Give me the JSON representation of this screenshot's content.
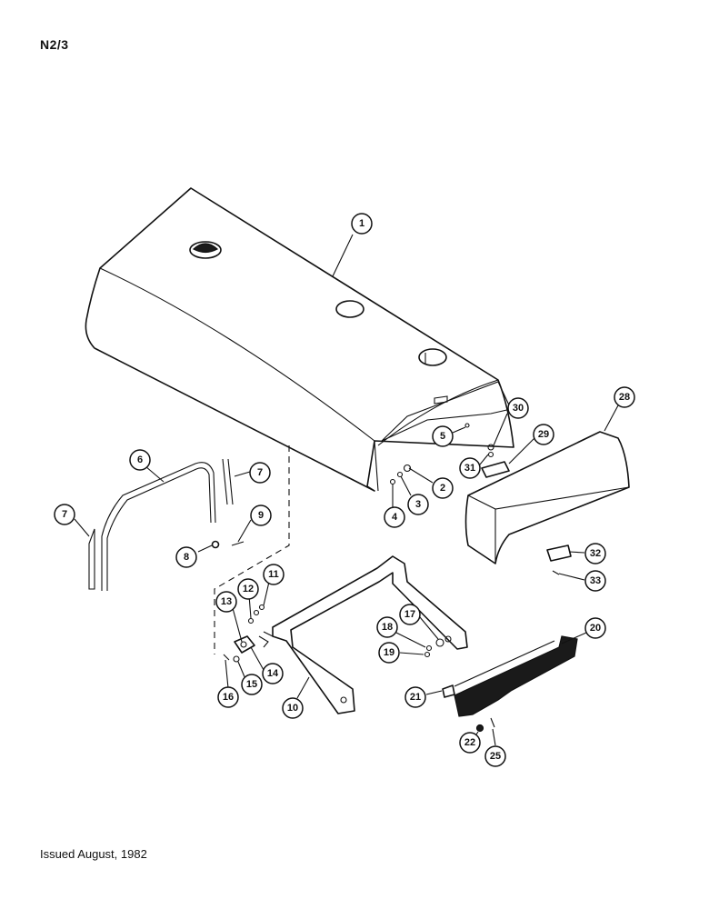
{
  "header": {
    "page_code": "N2/3"
  },
  "footer": {
    "issued": "Issued August, 1982"
  },
  "callouts": {
    "c1": "1",
    "c2": "2",
    "c3": "3",
    "c4": "4",
    "c5": "5",
    "c6": "6",
    "c7a": "7",
    "c7b": "7",
    "c8": "8",
    "c9": "9",
    "c10": "10",
    "c11": "11",
    "c12": "12",
    "c13": "13",
    "c14": "14",
    "c15": "15",
    "c16": "16",
    "c17": "17",
    "c18": "18",
    "c19": "19",
    "c20": "20",
    "c21": "21",
    "c22": "22",
    "c25": "25",
    "c28": "28",
    "c29": "29",
    "c30": "30",
    "c31": "31",
    "c32": "32",
    "c33": "33"
  }
}
